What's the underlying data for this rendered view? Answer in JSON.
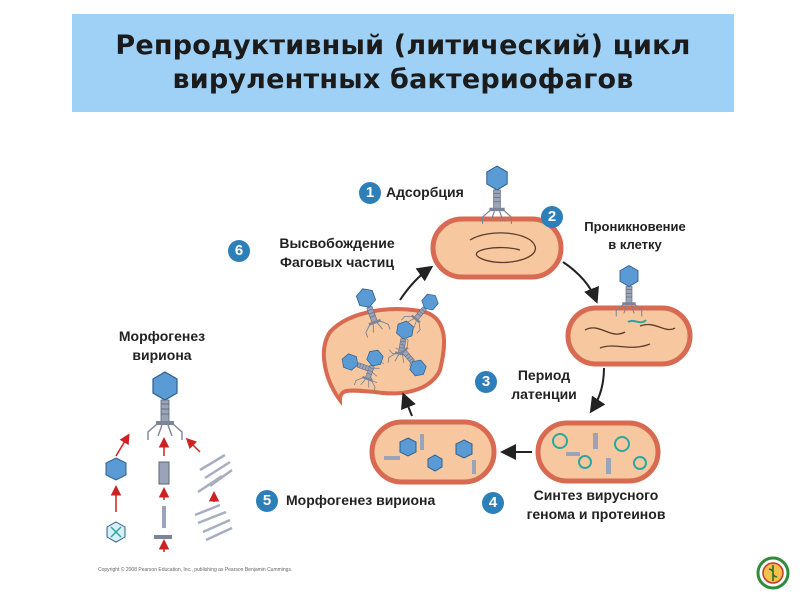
{
  "title": {
    "line1": "Репродуктивный (литический) цикл",
    "line2": "вирулентных бактериофагов"
  },
  "steps": [
    {
      "number": "1",
      "label": "Адсорбция"
    },
    {
      "number": "2",
      "label_line1": "Проникновение",
      "label_line2": "в клетку"
    },
    {
      "number": "3",
      "label_line1": "Период",
      "label_line2": "латенции"
    },
    {
      "number": "4",
      "label_line1": "Синтез вирусного",
      "label_line2": "генома и протеинов"
    },
    {
      "number": "5",
      "label": "Морфогенез вириона"
    },
    {
      "number": "6",
      "label_line1": "Высвобождение",
      "label_line2": "Фаговых частиц"
    }
  ],
  "inset": {
    "label_line1": "Морфогенез",
    "label_line2": "вириона"
  },
  "copyright": "Copyright © 2008 Pearson Education, Inc., publishing as Pearson Benjamin Cummings.",
  "colors": {
    "title_bg": "#9fd0f5",
    "step_badge": "#2c7fb8",
    "cell_fill": "#f7c8a0",
    "cell_rim": "#d86a52",
    "phage_head": "#5b9bd5",
    "phage_tail": "#9aa3b8",
    "arrow": "#222222",
    "inset_arrow": "#cc2222"
  }
}
